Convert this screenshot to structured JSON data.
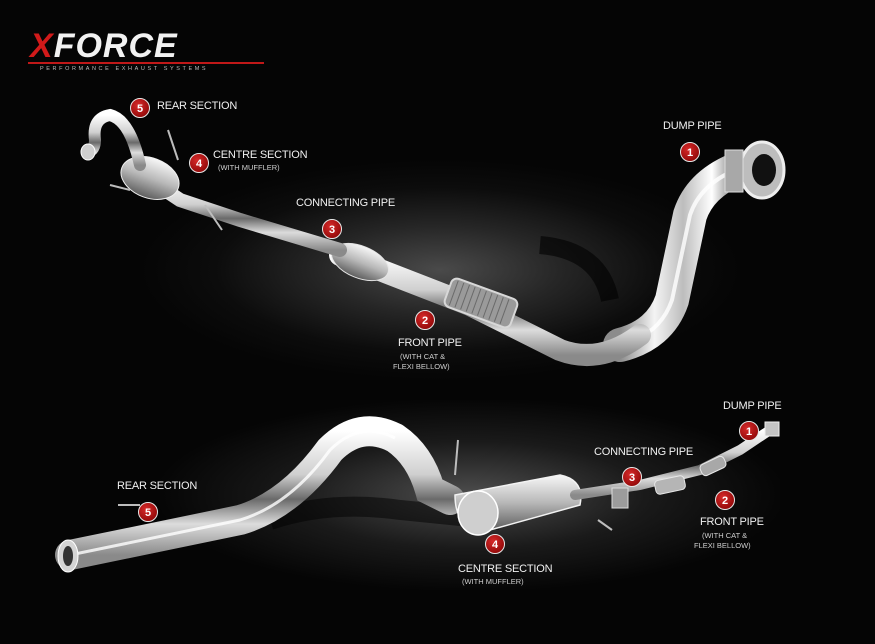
{
  "brand": {
    "logo_text": "XFORCE",
    "tagline": "PERFORMANCE EXHAUST SYSTEMS",
    "accent": "#c01818"
  },
  "diagram_top": {
    "parts": [
      {
        "num": "5",
        "label": "REAR SECTION",
        "sub": ""
      },
      {
        "num": "4",
        "label": "CENTRE SECTION",
        "sub": "(WITH MUFFLER)"
      },
      {
        "num": "3",
        "label": "CONNECTING PIPE",
        "sub": ""
      },
      {
        "num": "2",
        "label": "FRONT PIPE",
        "sub": "(WITH CAT &",
        "sub2": "FLEXI BELLOW)"
      },
      {
        "num": "1",
        "label": "DUMP PIPE",
        "sub": ""
      }
    ]
  },
  "diagram_bottom": {
    "parts": [
      {
        "num": "1",
        "label": "DUMP PIPE",
        "sub": ""
      },
      {
        "num": "3",
        "label": "CONNECTING PIPE",
        "sub": ""
      },
      {
        "num": "2",
        "label": "FRONT PIPE",
        "sub": "(WITH CAT &",
        "sub2": "FLEXI BELLOW)"
      },
      {
        "num": "5",
        "label": "REAR SECTION",
        "sub": ""
      },
      {
        "num": "4",
        "label": "CENTRE SECTION",
        "sub": "(WITH MUFFLER)"
      }
    ]
  },
  "colors": {
    "badge": "#b01212",
    "background": "#050505",
    "steel": "#d8d8d8"
  }
}
